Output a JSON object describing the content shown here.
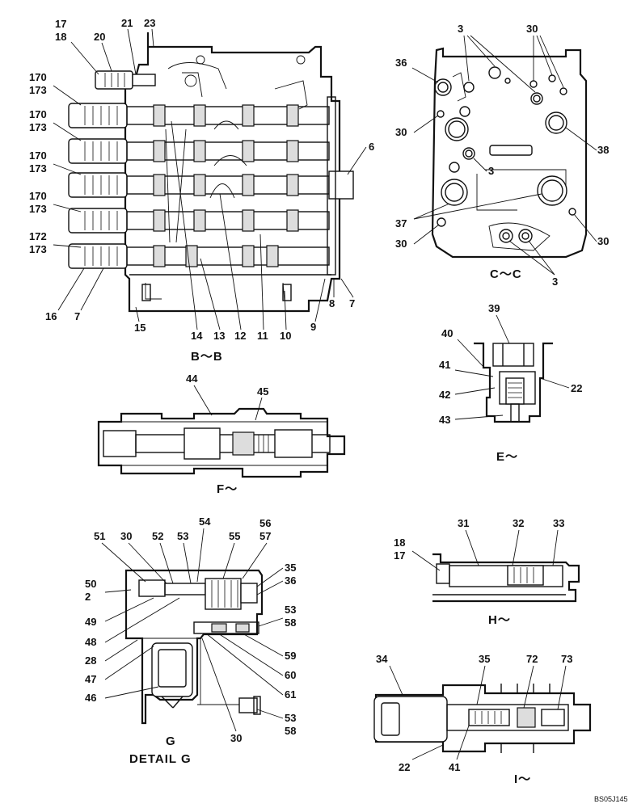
{
  "figure_code": "BS05J145",
  "views": {
    "bb": {
      "caption": "B～B",
      "labels": [
        "17",
        "18",
        "21",
        "23",
        "20",
        "170",
        "173",
        "170",
        "173",
        "170",
        "173",
        "170",
        "173",
        "172",
        "173",
        "6",
        "16",
        "7",
        "15",
        "14",
        "13",
        "12",
        "11",
        "10",
        "9",
        "8",
        "7"
      ]
    },
    "cc": {
      "caption": "C～C",
      "labels": [
        "3",
        "30",
        "36",
        "30",
        "38",
        "3",
        "37",
        "30",
        "30",
        "3"
      ]
    },
    "ee": {
      "caption": "E～",
      "labels": [
        "39",
        "40",
        "41",
        "22",
        "42",
        "43"
      ]
    },
    "ff": {
      "caption": "F～",
      "labels": [
        "44",
        "45"
      ]
    },
    "gg": {
      "caption": "G",
      "caption2": "DETAIL G",
      "labels": [
        "54",
        "56",
        "57",
        "51",
        "30",
        "52",
        "53",
        "55",
        "35",
        "50",
        "2",
        "36",
        "49",
        "53",
        "48",
        "58",
        "28",
        "59",
        "47",
        "60",
        "46",
        "61",
        "53",
        "58",
        "30"
      ]
    },
    "hh": {
      "caption": "H～",
      "labels": [
        "18",
        "31",
        "32",
        "33",
        "17"
      ]
    },
    "ii": {
      "caption": "I～",
      "labels": [
        "34",
        "35",
        "72",
        "73",
        "22",
        "41"
      ]
    }
  }
}
